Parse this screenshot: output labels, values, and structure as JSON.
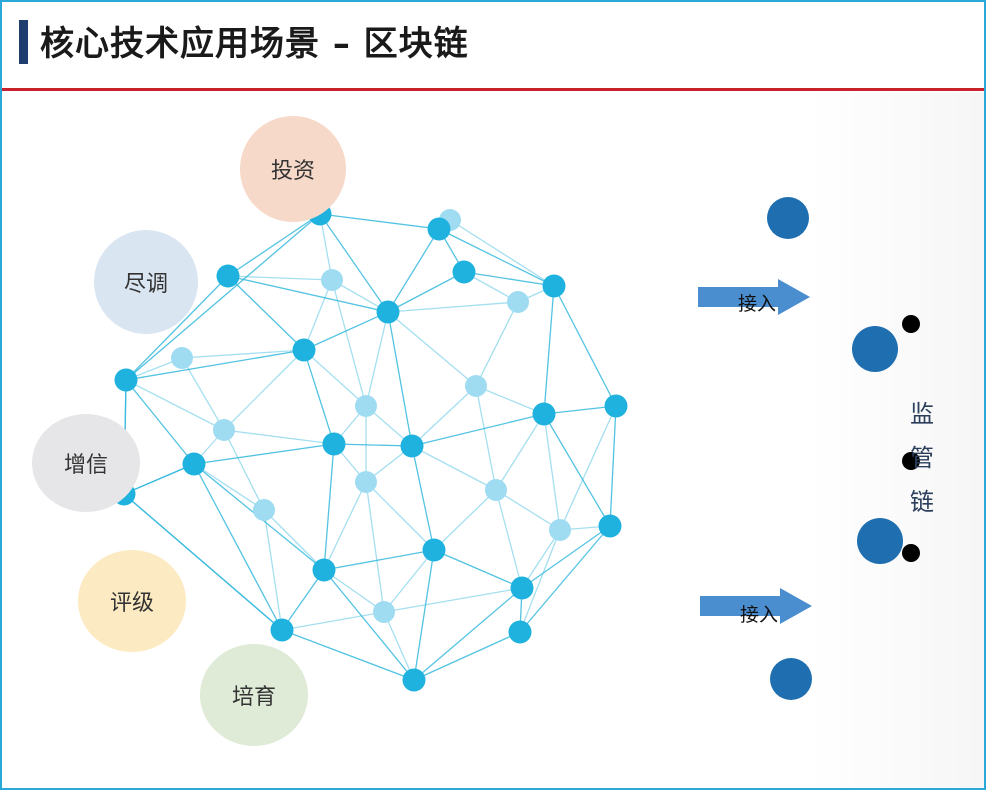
{
  "header": {
    "title": "核心技术应用场景 – 区块链"
  },
  "scenarios": [
    {
      "id": "invest",
      "label": "投资",
      "color": "#f6d9c8"
    },
    {
      "id": "due-diligence",
      "label": "尽调",
      "color": "#dae5f2"
    },
    {
      "id": "credit-enhance",
      "label": "增信",
      "color": "#e6e6e9"
    },
    {
      "id": "rating",
      "label": "评级",
      "color": "#fcebc2"
    },
    {
      "id": "incubate",
      "label": "培育",
      "color": "#dfead7"
    }
  ],
  "connectors": [
    {
      "label": "接入"
    },
    {
      "label": "接入"
    }
  ],
  "supervision_chain": {
    "chars": [
      "监",
      "管",
      "链"
    ]
  },
  "colors": {
    "header_mark": "#1f3e6e",
    "header_rule": "#c8232c",
    "node_dark": "#1fb2de",
    "node_light": "#9fdcf2",
    "edge": "#35b8dd",
    "arrow": "#4a8ed0",
    "chain_node": "#1f6fb0"
  }
}
